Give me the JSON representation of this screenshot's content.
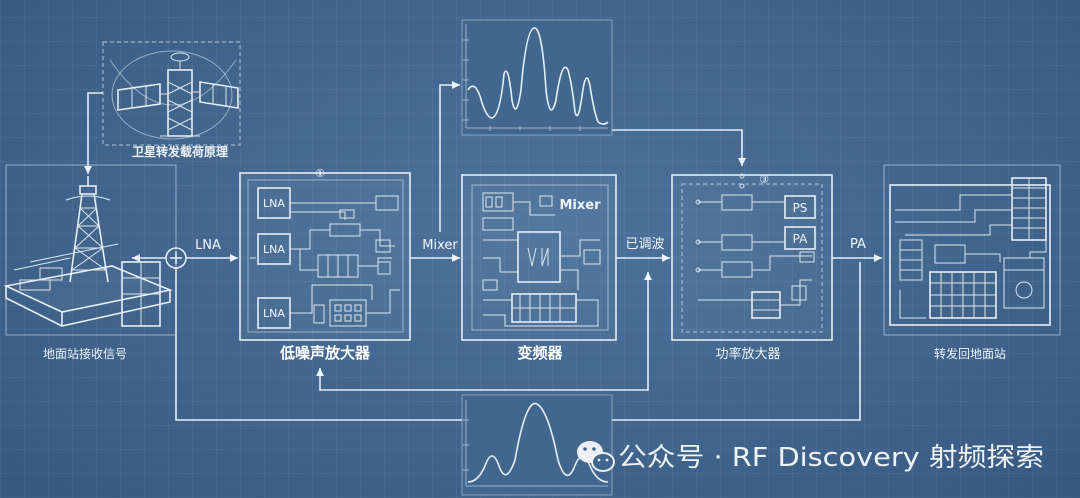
{
  "title": "卫星转发载荷原理",
  "stages": {
    "ground_rx": "地面站接收信号",
    "lna_stage": "低噪声放大器",
    "mixer_stage": "变频器",
    "pa_stage": "功率放大器",
    "ground_tx": "转发回地面站"
  },
  "signal_labels": {
    "lna": "LNA",
    "mixer": "Mixer",
    "modulated": "已调波",
    "pa": "PA"
  },
  "lna_block": {
    "marker": "①",
    "amps": [
      "LNA",
      "LNA",
      "LNA"
    ]
  },
  "mixer_block": {
    "label": "Mixer"
  },
  "pa_block": {
    "marker": "③",
    "boxes": [
      "PS",
      "PA"
    ]
  },
  "watermark": {
    "icon": "wechat-icon",
    "text": "公众号 · RF Discovery 射频探索"
  },
  "colors": {
    "background": "#41678f",
    "line": "#e6edf5"
  }
}
